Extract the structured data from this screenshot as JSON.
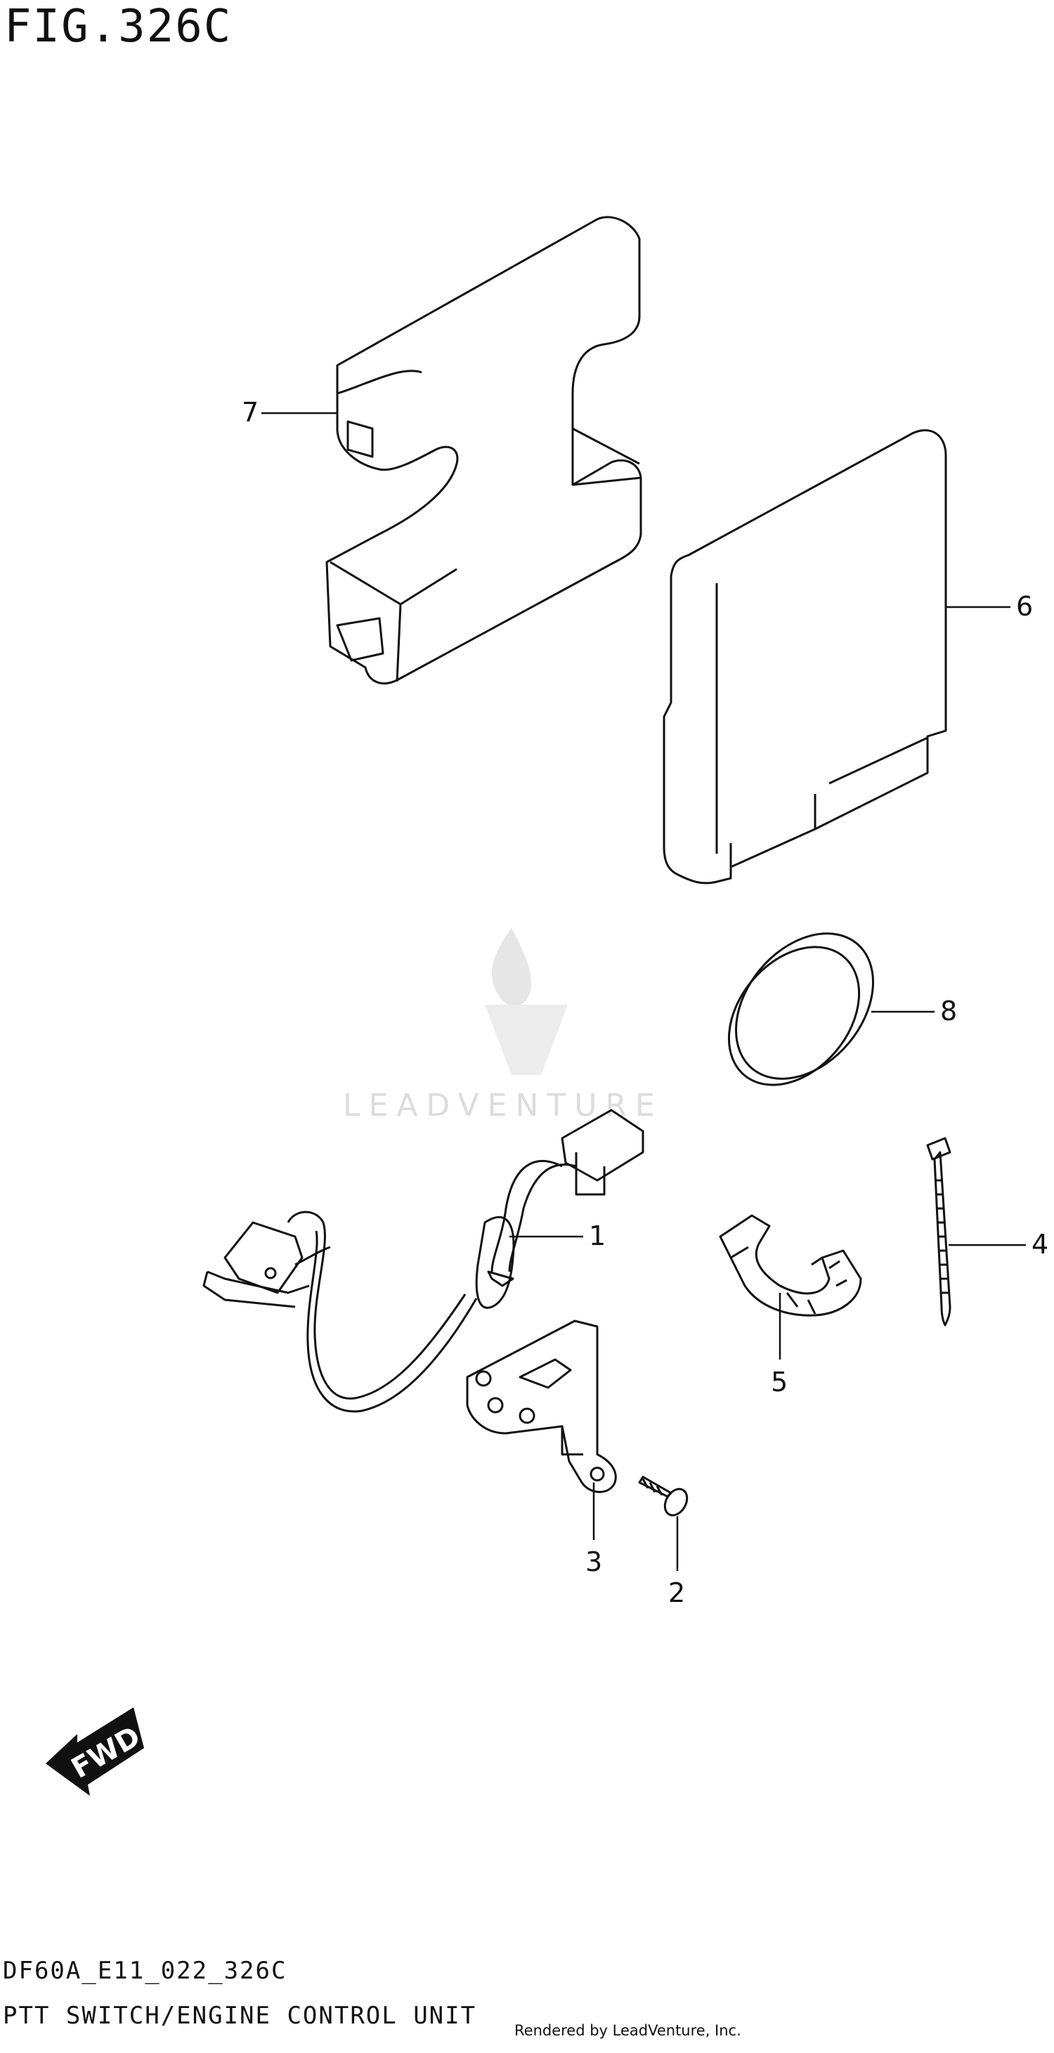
{
  "figure": {
    "title": "FIG.326C",
    "code": "DF60A_E11_022_326C",
    "caption": "PTT SWITCH/ENGINE CONTROL UNIT",
    "credit": "Rendered by LeadVenture, Inc."
  },
  "watermark": {
    "text": "LEADVENTURE"
  },
  "direction_arrow": {
    "text": "FWD"
  },
  "callouts": [
    {
      "number": "1",
      "part": "ptt-switch-harness"
    },
    {
      "number": "2",
      "part": "screw"
    },
    {
      "number": "3",
      "part": "bracket"
    },
    {
      "number": "4",
      "part": "cable-tie"
    },
    {
      "number": "5",
      "part": "clamp"
    },
    {
      "number": "6",
      "part": "engine-control-unit"
    },
    {
      "number": "7",
      "part": "ecu-cover"
    },
    {
      "number": "8",
      "part": "cap"
    }
  ]
}
